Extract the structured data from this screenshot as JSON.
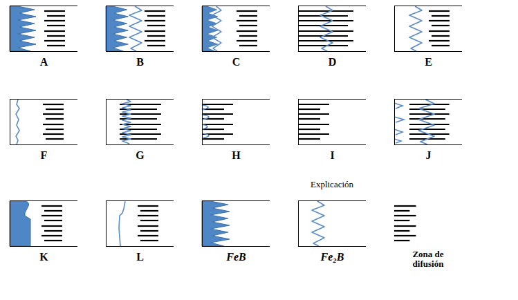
{
  "diagram": {
    "nodes": [
      {
        "text": [
          "A"
        ]
      },
      {
        "text": [
          "B"
        ]
      },
      {
        "text": [
          "C"
        ]
      },
      {
        "text": [
          "D"
        ]
      },
      {
        "text": [
          "E"
        ]
      },
      {
        "text": [
          "F"
        ]
      },
      {
        "text": [
          "G"
        ]
      },
      {
        "text": [
          "H"
        ]
      },
      {
        "text": [
          "I"
        ]
      },
      {
        "text": [
          "J"
        ]
      },
      {
        "text": [
          "K"
        ]
      },
      {
        "text": [
          "L"
        ]
      },
      {
        "text": [
          "FeB"
        ]
      },
      {
        "text": [
          "Fe₂B"
        ]
      },
      {
        "text": [
          "Zona de difusión"
        ]
      }
    ],
    "labels": [
      "Explicación"
    ]
  }
}
